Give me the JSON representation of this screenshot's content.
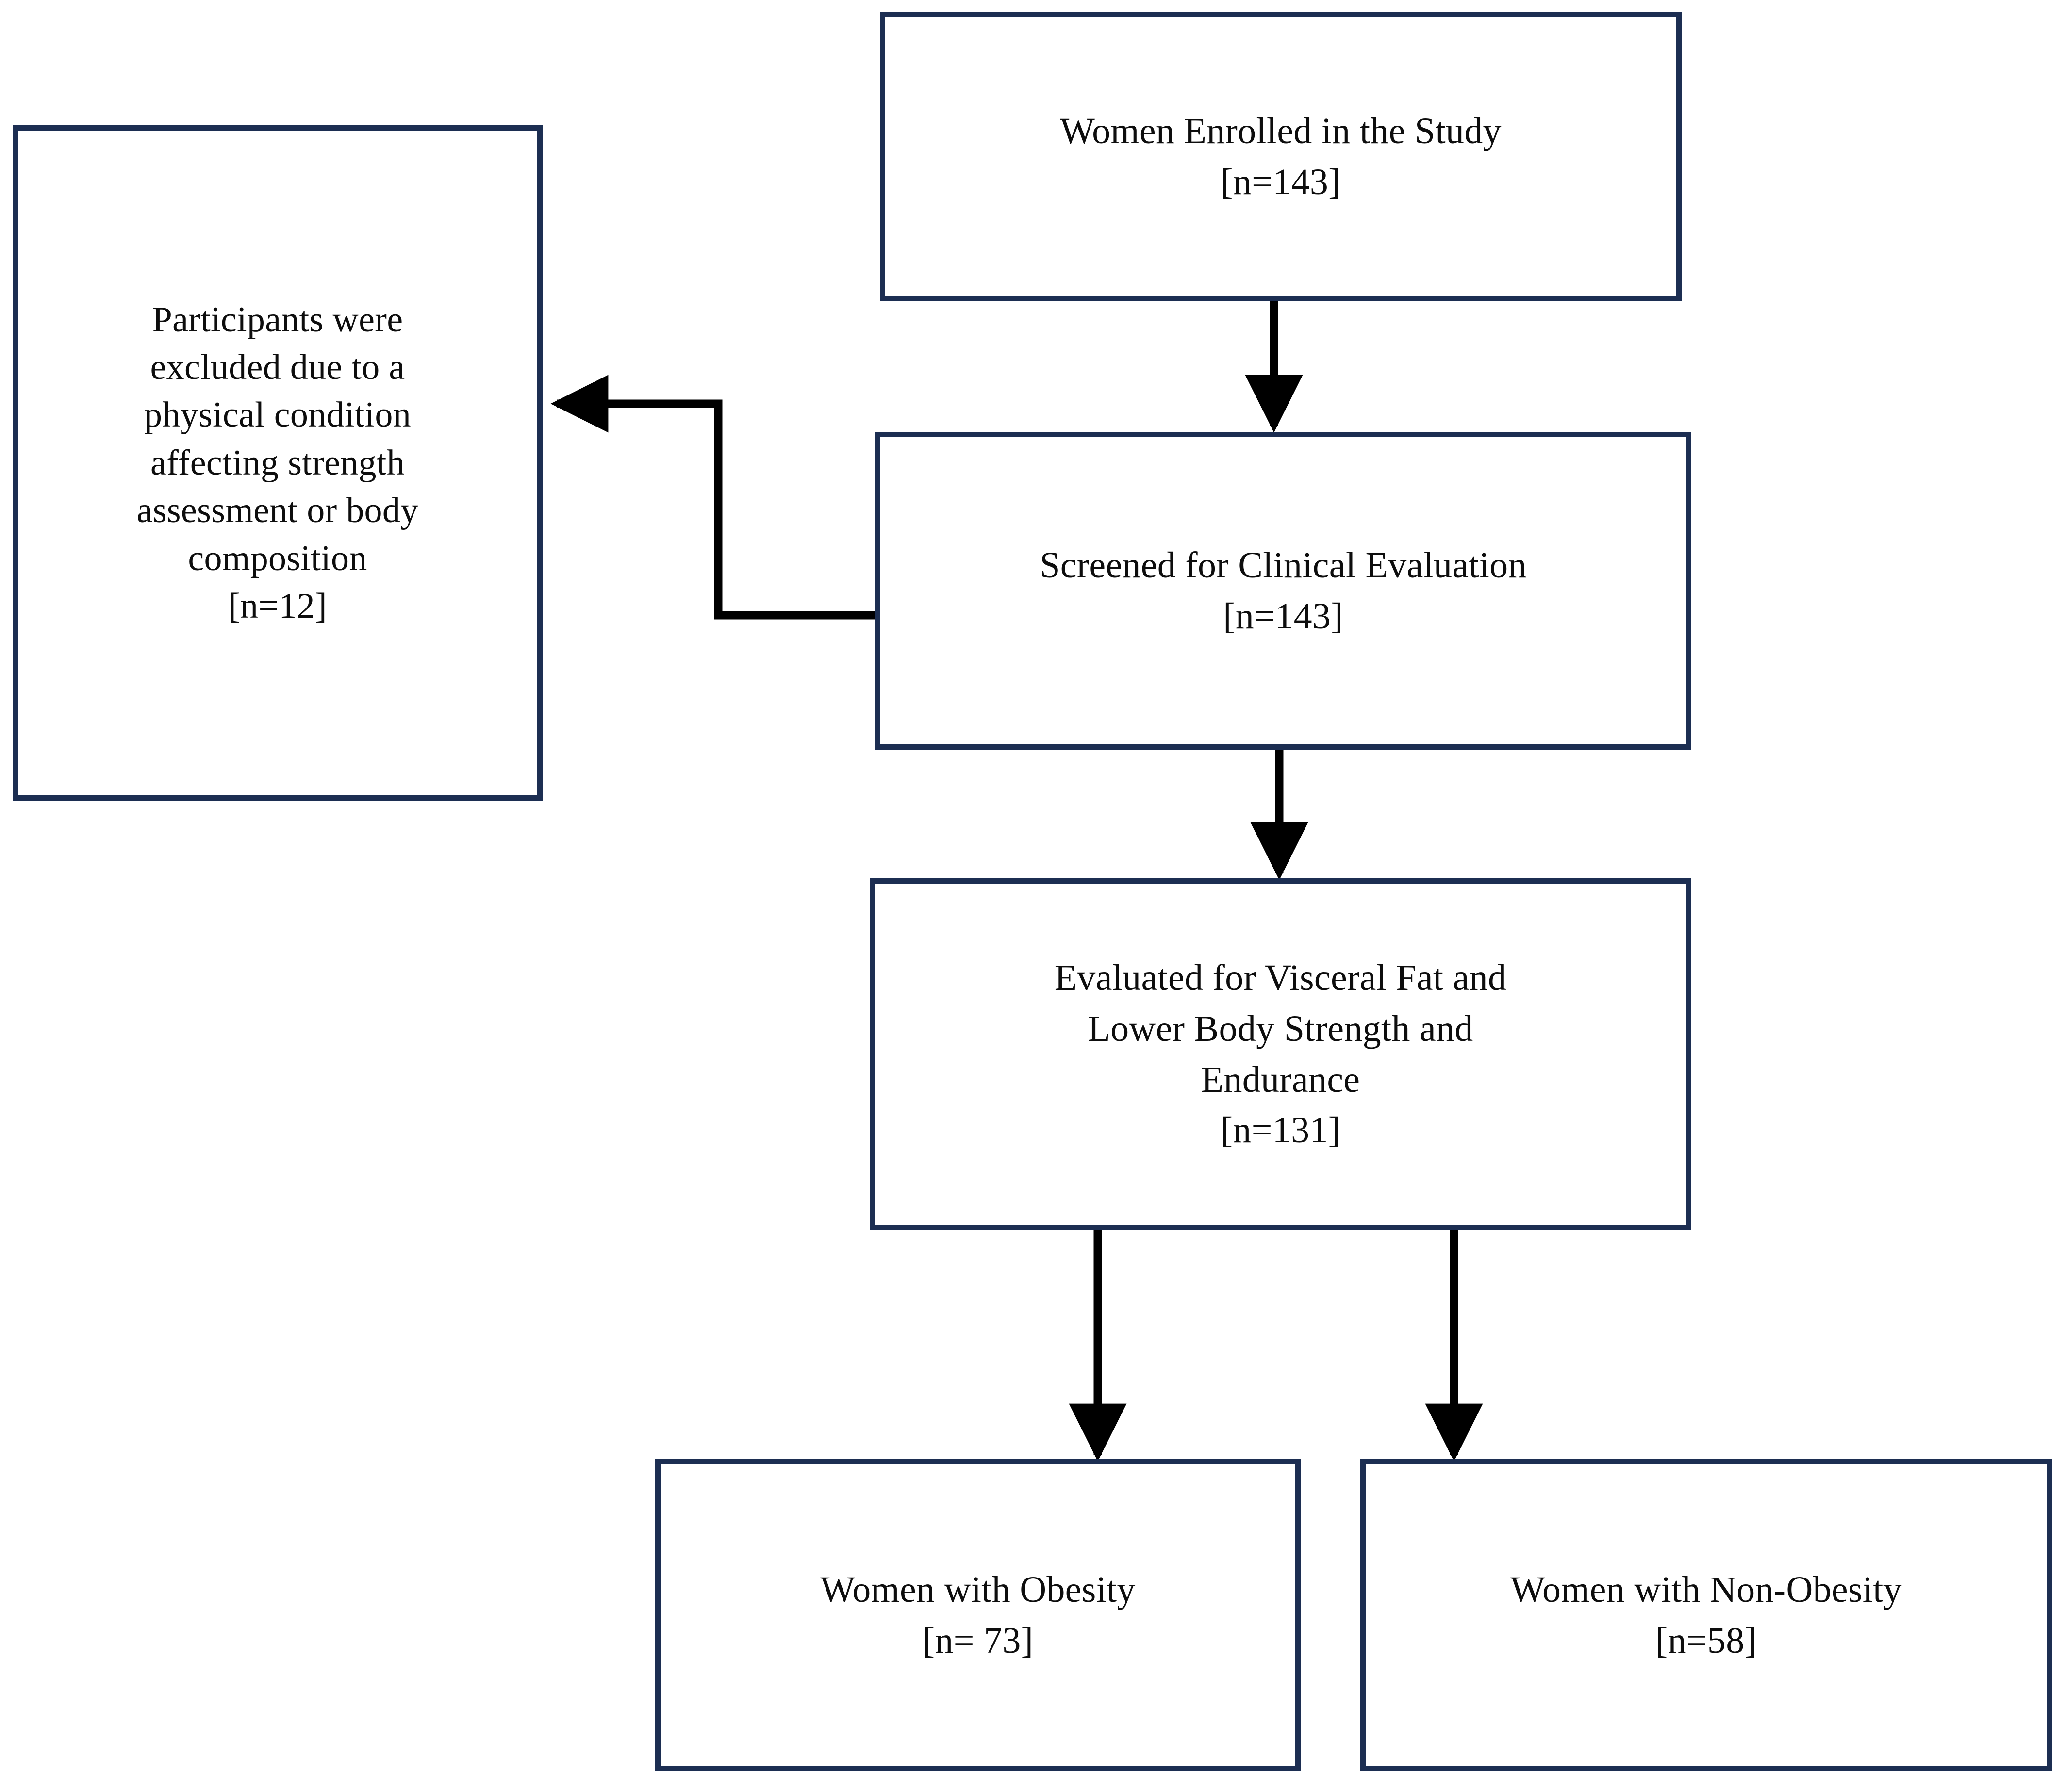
{
  "diagram": {
    "type": "flowchart",
    "orientation": "top-to-bottom",
    "border_color": "#1c2e52",
    "connector_color": "#000000",
    "background_color": "#ffffff",
    "nodes": [
      {
        "id": "enrolled",
        "title": "Women Enrolled in the Study",
        "count_label": "[n=143]",
        "n": 143
      },
      {
        "id": "excluded",
        "line1": "Participants were",
        "line2": "excluded due to a",
        "line3": "physical condition",
        "line4": "affecting strength",
        "line5": "assessment or body",
        "line6": "composition",
        "count_label": "[n=12]",
        "n": 12
      },
      {
        "id": "screened",
        "title": "Screened for Clinical Evaluation",
        "count_label": "[n=143]",
        "n": 143
      },
      {
        "id": "evaluated",
        "line1": "Evaluated for Visceral Fat and",
        "line2": "Lower Body Strength and",
        "line3": "Endurance",
        "count_label": "[n=131]",
        "n": 131
      },
      {
        "id": "obesity",
        "title": "Women with Obesity",
        "count_label": "[n= 73]",
        "n": 73
      },
      {
        "id": "nonobesity",
        "title": "Women with Non-Obesity",
        "count_label": "[n=58]",
        "n": 58
      }
    ],
    "edges": [
      {
        "id": "enrolled-to-screened",
        "from": "enrolled",
        "to": "screened",
        "style": "straight-down-arrow"
      },
      {
        "id": "screened-to-excluded",
        "from": "screened",
        "to": "excluded",
        "style": "elbow-left-arrow"
      },
      {
        "id": "screened-to-evaluated",
        "from": "screened",
        "to": "evaluated",
        "style": "straight-down-arrow"
      },
      {
        "id": "evaluated-to-obesity",
        "from": "evaluated",
        "to": "obesity",
        "style": "straight-down-arrow"
      },
      {
        "id": "evaluated-to-nonobesity",
        "from": "evaluated",
        "to": "nonobesity",
        "style": "straight-down-arrow"
      }
    ]
  }
}
